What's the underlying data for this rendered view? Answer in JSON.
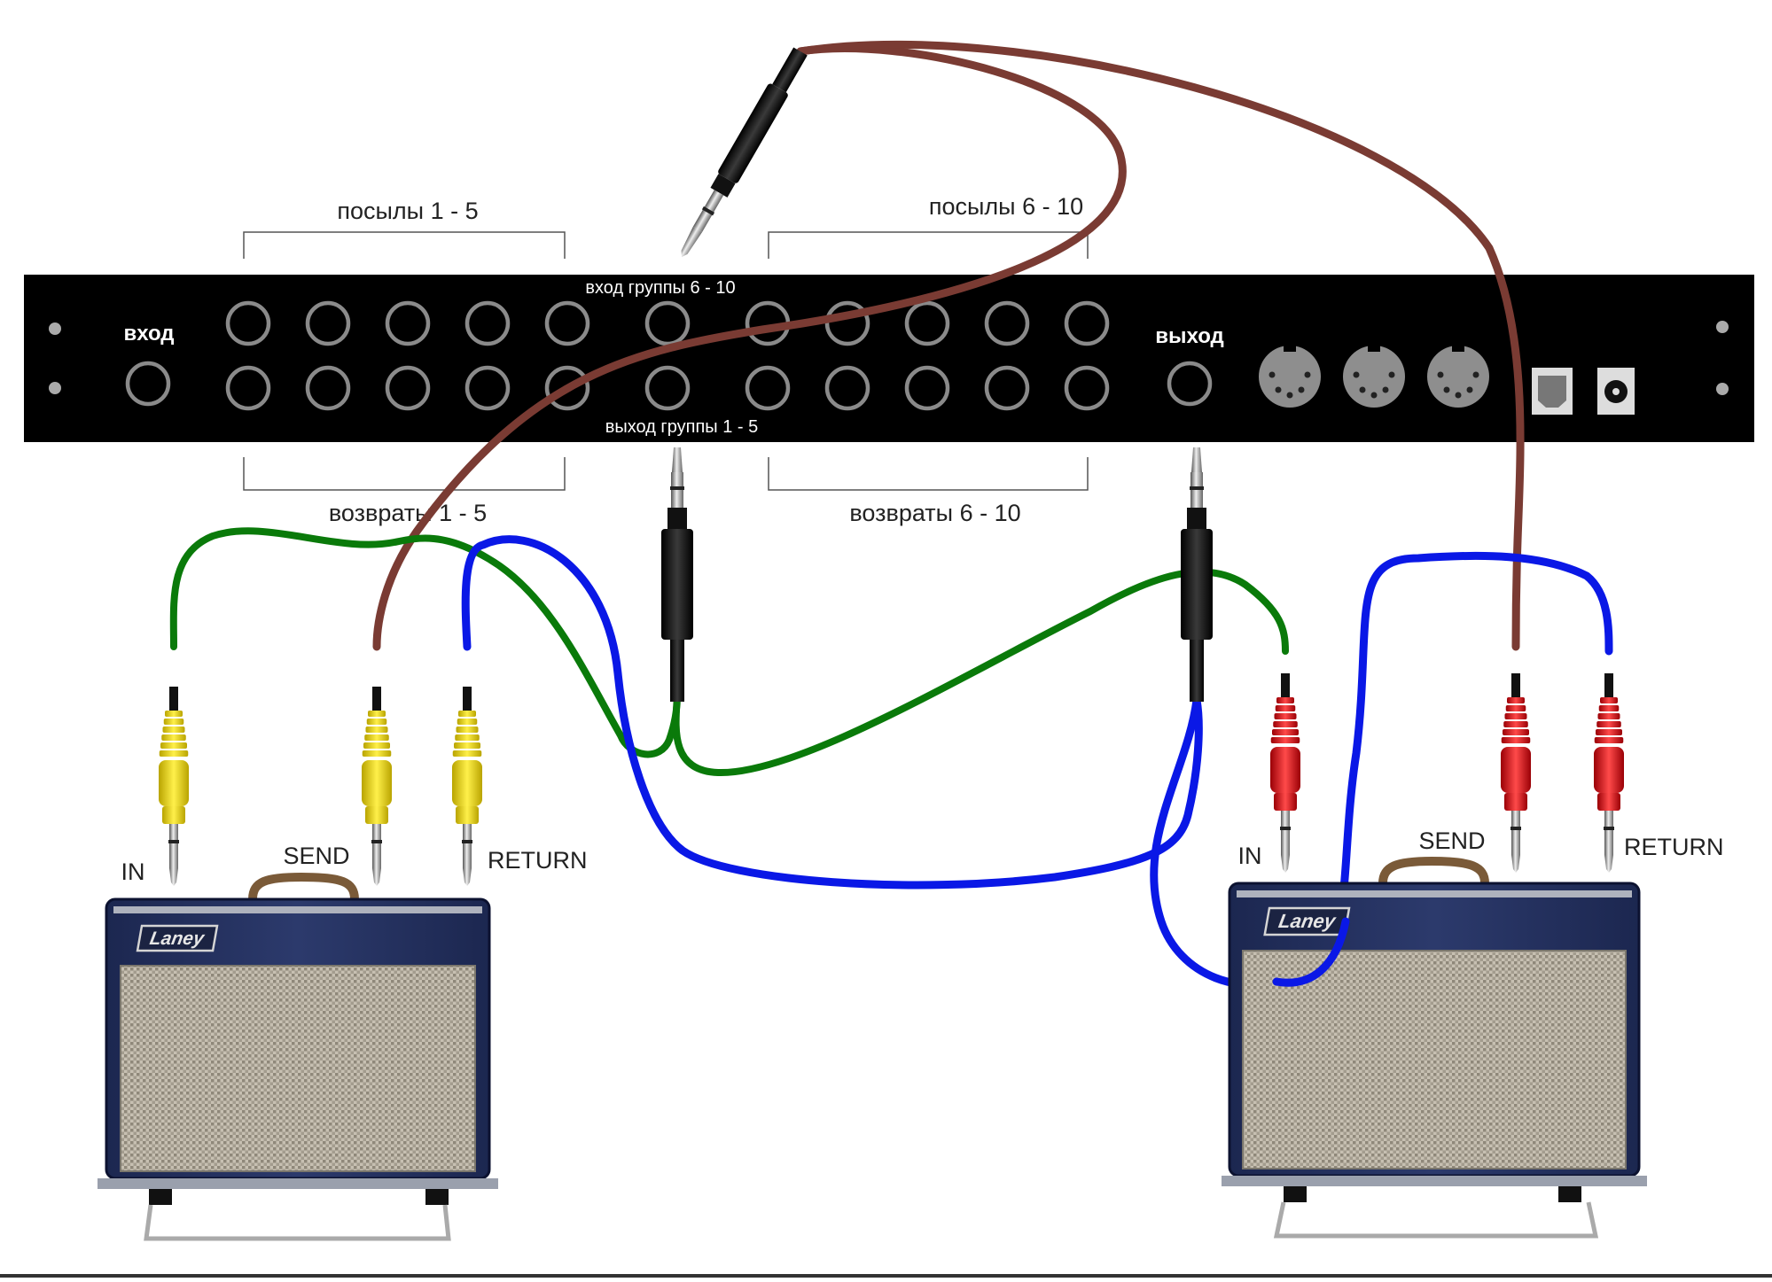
{
  "colors": {
    "panel": "#000000",
    "green_cable": "#0a7a0a",
    "blue_cable": "#0a18e6",
    "brown_cable": "#7a3b33",
    "yellow_plug": "#f2dc12",
    "red_plug": "#e0141e",
    "amp_body": "#223058",
    "grille": "#b8b0a0"
  },
  "panel": {
    "input_label": "вход",
    "output_label": "выход",
    "group_in_label": "вход группы 6 - 10",
    "group_out_label": "выход группы 1 - 5"
  },
  "brackets": {
    "sends_1_5": "посылы 1 - 5",
    "sends_6_10": "посылы 6 - 10",
    "returns_1_5": "возвраты 1 - 5",
    "returns_6_10": "возвраты 6 - 10"
  },
  "amp_left": {
    "brand": "Laney",
    "in_label": "IN",
    "send_label": "SEND",
    "return_label": "RETURN"
  },
  "amp_right": {
    "brand": "Laney",
    "in_label": "IN",
    "send_label": "SEND",
    "return_label": "RETURN"
  }
}
